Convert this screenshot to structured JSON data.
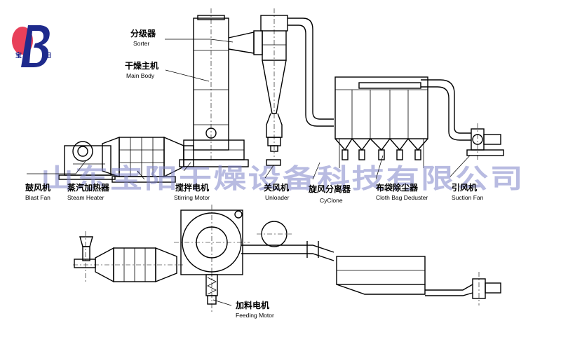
{
  "logo": {
    "text_left": "宝",
    "text_right": "阳",
    "accent": "#e8405a",
    "brand": "#1e2a8c"
  },
  "watermark": {
    "text": "山东宝阳干燥设备科技有限公司",
    "color": "#7d84c8"
  },
  "labels": {
    "sorter": {
      "zh": "分级器",
      "en": "Sorter"
    },
    "main_body": {
      "zh": "干燥主机",
      "en": "Main Body"
    },
    "blast_fan": {
      "zh": "鼓风机",
      "en": "Blast Fan"
    },
    "steam_heater": {
      "zh": "蒸汽加热器",
      "en": "Steam Heater"
    },
    "stirring_motor": {
      "zh": "搅拌电机",
      "en": "Stirring Motor"
    },
    "unloader": {
      "zh": "关风机",
      "en": "Unloader"
    },
    "cyclone": {
      "zh": "旋风分离器",
      "en": "CyClone"
    },
    "cloth_bag": {
      "zh": "布袋除尘器",
      "en": "Cloth Bag Deduster"
    },
    "suction_fan": {
      "zh": "引风机",
      "en": "Suction Fan"
    },
    "feeding_motor": {
      "zh": "加料电机",
      "en": "Feeding Motor"
    }
  }
}
